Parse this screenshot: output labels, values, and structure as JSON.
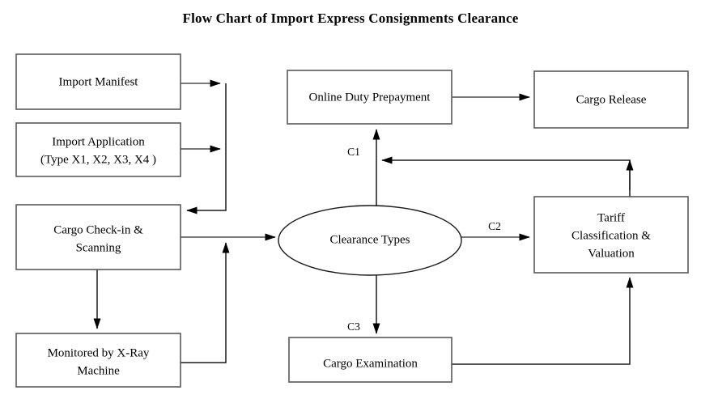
{
  "title": "Flow Chart of Import Express Consignments Clearance",
  "nodes": {
    "import_manifest": {
      "label": "Import Manifest",
      "shape": "rect"
    },
    "import_application_line1": "Import Application",
    "import_application_line2": "(Type X1, X2, X3, X4 )",
    "cargo_checkin_line1": "Cargo Check-in &",
    "cargo_checkin_line2": "Scanning",
    "xray_line1": "Monitored by X-Ray",
    "xray_line2": "Machine",
    "online_duty": {
      "label": "Online Duty Prepayment",
      "shape": "rect"
    },
    "cargo_release": {
      "label": "Cargo Release",
      "shape": "rect"
    },
    "clearance_types": {
      "label": "Clearance Types",
      "shape": "ellipse"
    },
    "tariff_line1": "Tariff",
    "tariff_line2": "Classification &",
    "tariff_line3": "Valuation",
    "cargo_examination": {
      "label": "Cargo Examination",
      "shape": "rect"
    }
  },
  "edge_labels": {
    "c1": "C1",
    "c2": "C2",
    "c3": "C3"
  },
  "colors": {
    "background": "#ffffff",
    "box_stroke": "#58595b",
    "connector": "#4d4d4d",
    "text": "#000000"
  }
}
